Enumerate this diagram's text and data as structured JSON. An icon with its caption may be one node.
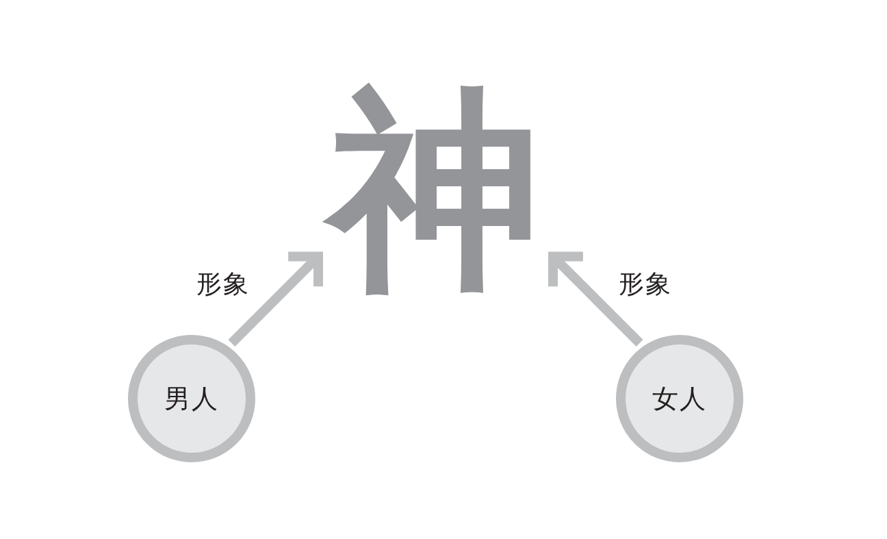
{
  "diagram": {
    "nodes": [
      {
        "text": [
          "神"
        ]
      },
      {
        "text": [
          "男人"
        ]
      },
      {
        "text": [
          "女人"
        ]
      }
    ],
    "edges": [
      {
        "from": 1,
        "to": 0,
        "arrow": "to",
        "label": "形象"
      },
      {
        "from": 2,
        "to": 0,
        "arrow": "to",
        "label": "形象"
      }
    ]
  }
}
